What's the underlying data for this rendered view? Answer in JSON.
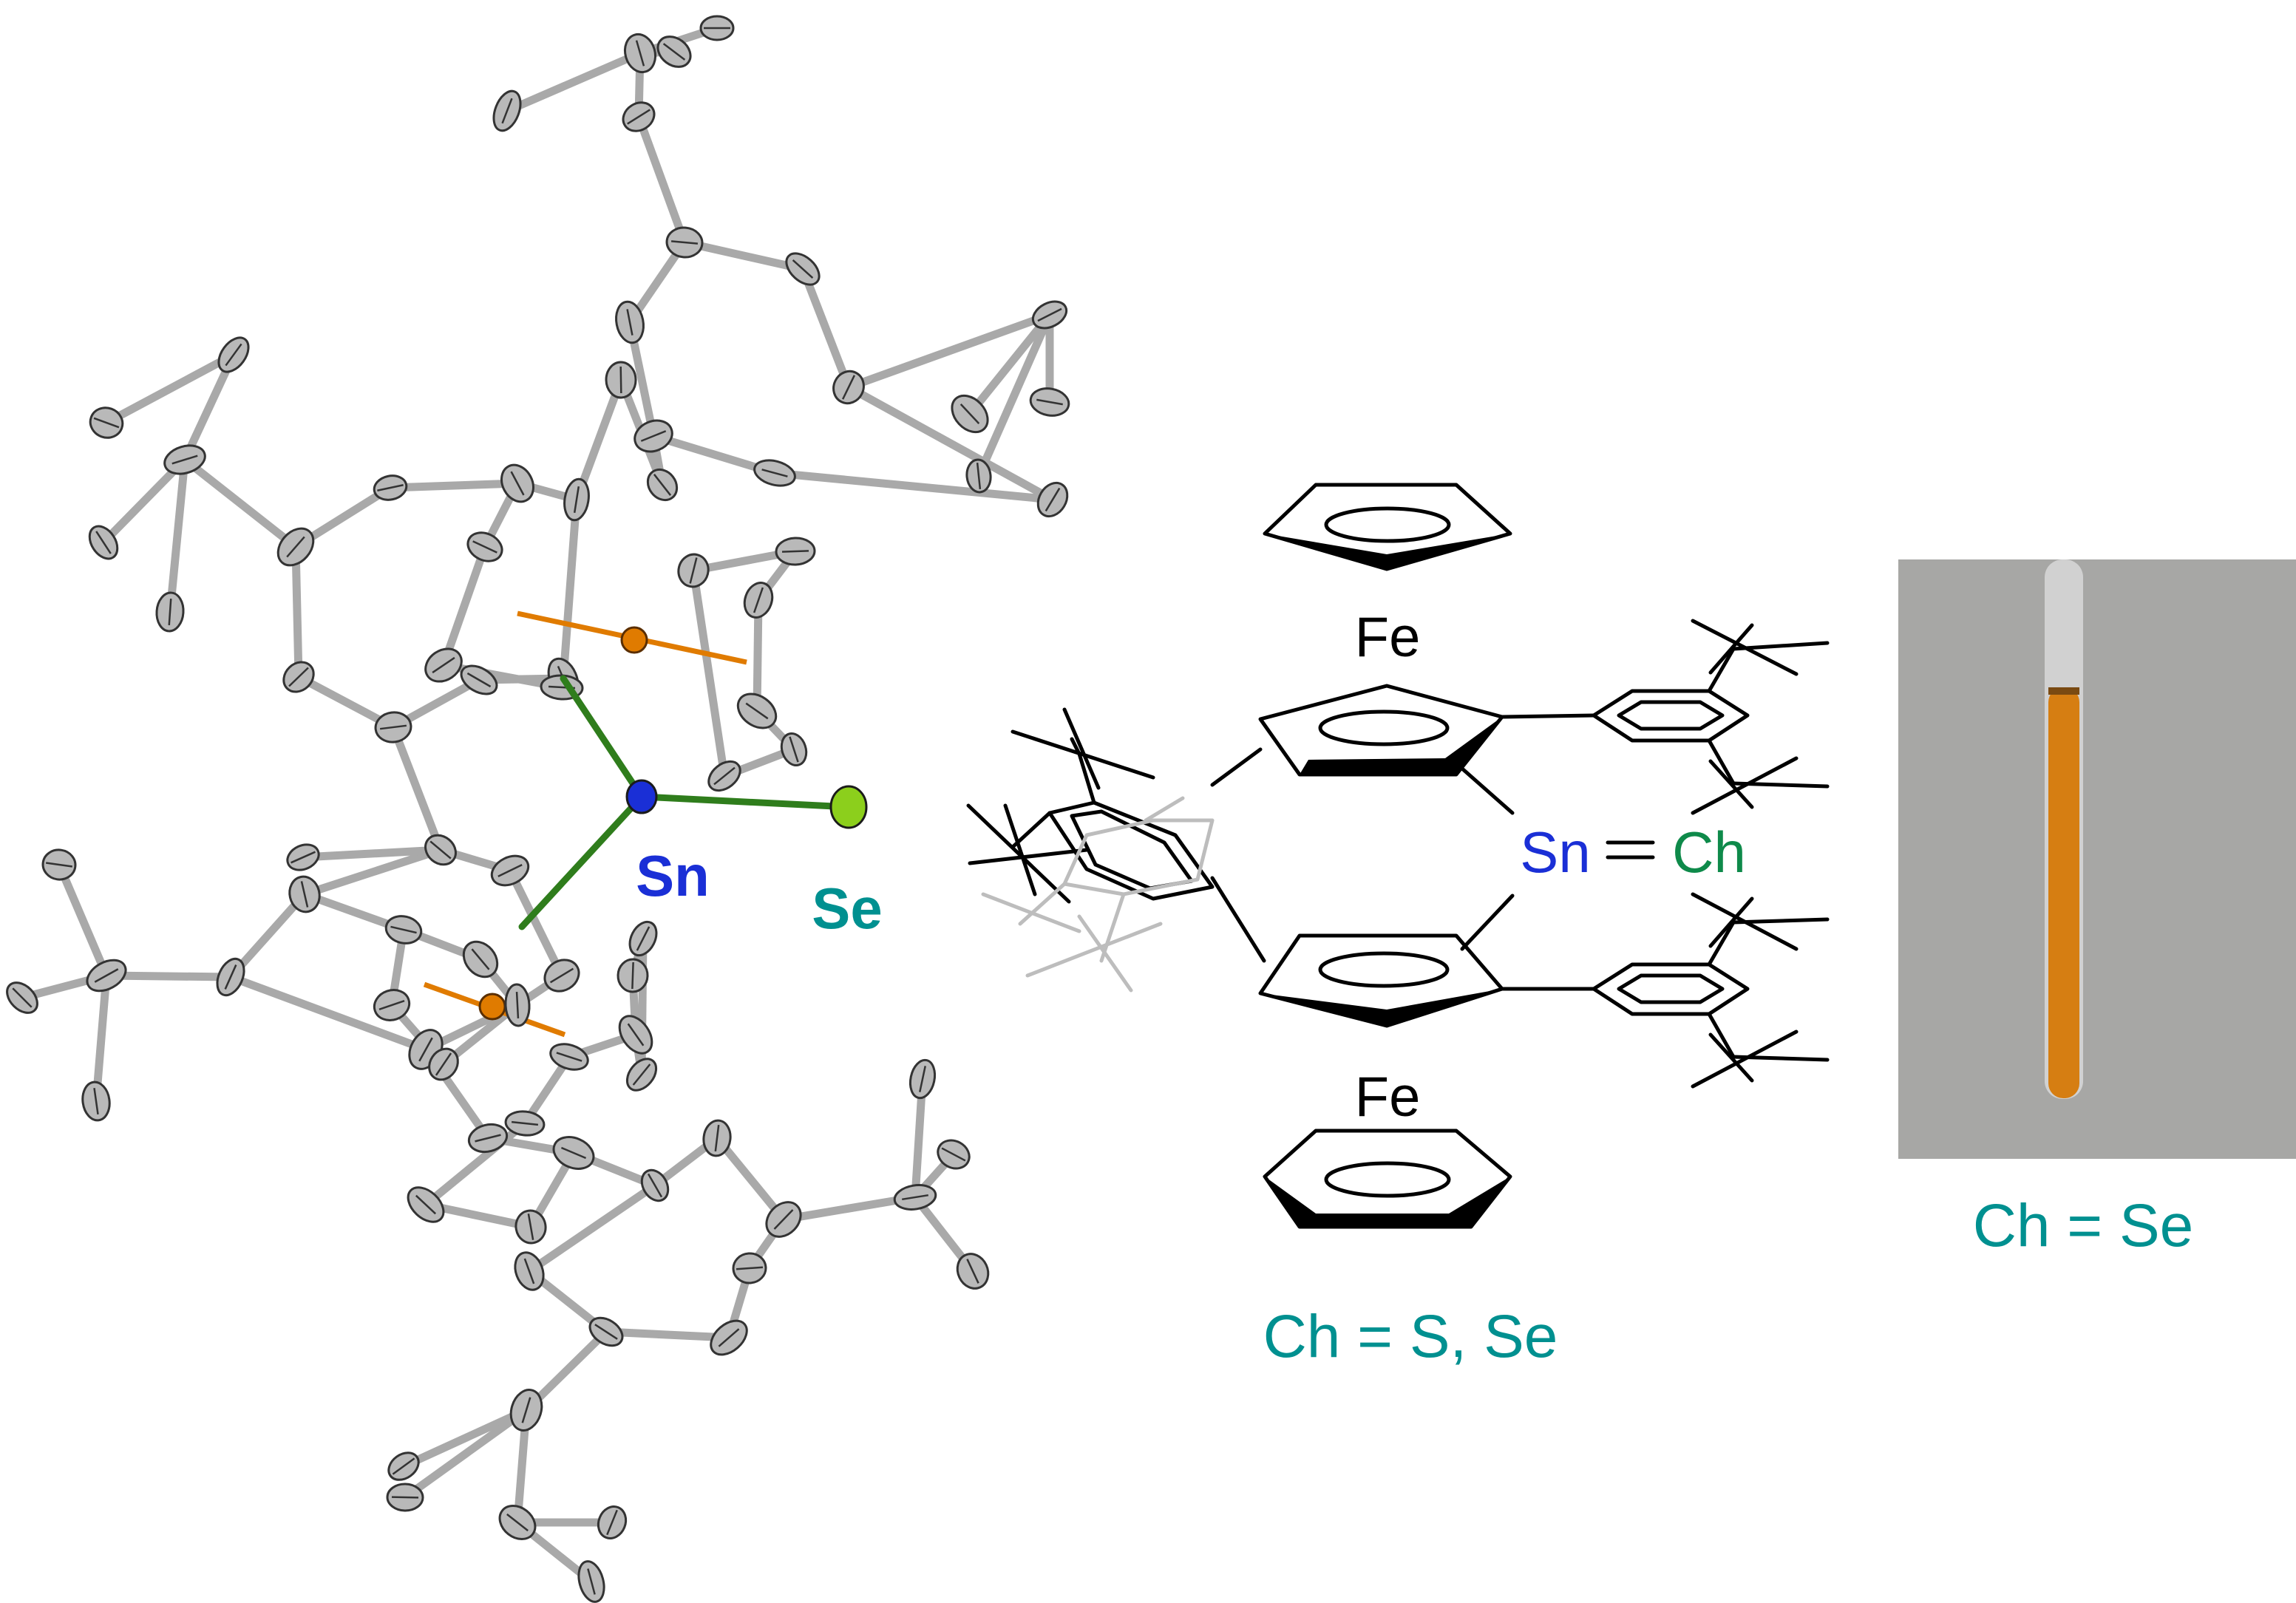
{
  "crystal_structure": {
    "sn_label": "Sn",
    "se_label": "Se"
  },
  "scheme": {
    "fe_top_label": "Fe",
    "fe_bottom_label": "Fe",
    "sn_label": "Sn",
    "ch_label": "Ch",
    "caption": "Ch = S, Se"
  },
  "photo": {
    "caption": "Ch = Se"
  },
  "colors": {
    "atom_gray": "#b9b9b9",
    "bond_gray": "#a9a9a9",
    "tin_blue": "#1a2fd6",
    "selenium_green": "#8ccf1c",
    "sn_bond_green": "#2f7d1c",
    "iron_orange": "#e07b00",
    "caption_teal": "#009090",
    "chalcogen_green": "#0e8a4a",
    "solution_orange": "#d67e12",
    "photo_background": "#a7a7a5"
  }
}
